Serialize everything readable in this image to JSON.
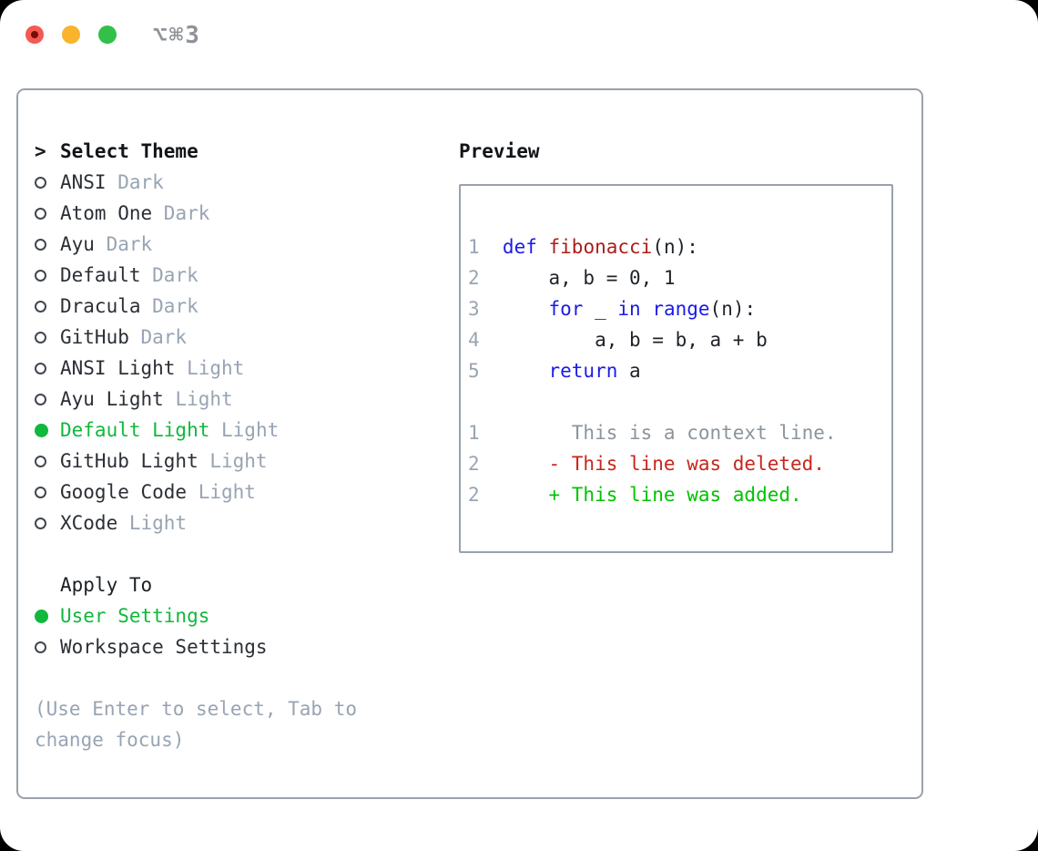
{
  "colors": {
    "accent_green": "#10b83c",
    "added_green": "#00c300",
    "deleted_red": "#c7261b",
    "keyword_blue": "#1b1be8",
    "function_red": "#aa1e19",
    "muted_gray": "#98a4b3",
    "border_gray": "#9aa1ac",
    "titlebar_gray": "#8f9399"
  },
  "window": {
    "title": "⌥⌘3",
    "traffic_lights": [
      {
        "name": "close-button",
        "color": "#f25a52",
        "has_dot": true
      },
      {
        "name": "minimize-button",
        "color": "#f7b42c",
        "has_dot": false
      },
      {
        "name": "zoom-button",
        "color": "#33c048",
        "has_dot": false
      }
    ]
  },
  "theme_list": {
    "prompt": ">",
    "header": "Select Theme",
    "items": [
      {
        "label": "ANSI",
        "variant": "Dark",
        "selected": false
      },
      {
        "label": "Atom One",
        "variant": "Dark",
        "selected": false
      },
      {
        "label": "Ayu",
        "variant": "Dark",
        "selected": false
      },
      {
        "label": "Default",
        "variant": "Dark",
        "selected": false
      },
      {
        "label": "Dracula",
        "variant": "Dark",
        "selected": false
      },
      {
        "label": "GitHub",
        "variant": "Dark",
        "selected": false
      },
      {
        "label": "ANSI Light",
        "variant": "Light",
        "selected": false
      },
      {
        "label": "Ayu Light",
        "variant": "Light",
        "selected": false
      },
      {
        "label": "Default Light",
        "variant": "Light",
        "selected": true
      },
      {
        "label": "GitHub Light",
        "variant": "Light",
        "selected": false
      },
      {
        "label": "Google Code",
        "variant": "Light",
        "selected": false
      },
      {
        "label": "XCode",
        "variant": "Light",
        "selected": false
      }
    ]
  },
  "apply_to": {
    "header": "Apply To",
    "options": [
      {
        "label": "User Settings",
        "selected": true
      },
      {
        "label": "Workspace Settings",
        "selected": false
      }
    ]
  },
  "hint": "(Use Enter to select, Tab to change focus)",
  "preview": {
    "title": "Preview",
    "code_lines": [
      {
        "num": "1",
        "segments": [
          {
            "t": "def",
            "c": "keyword"
          },
          {
            "t": " ",
            "c": "plain"
          },
          {
            "t": "fibonacci",
            "c": "function"
          },
          {
            "t": "(n):",
            "c": "plain"
          }
        ]
      },
      {
        "num": "2",
        "segments": [
          {
            "t": "    a, b = 0, 1",
            "c": "plain"
          }
        ]
      },
      {
        "num": "3",
        "segments": [
          {
            "t": "    ",
            "c": "plain"
          },
          {
            "t": "for",
            "c": "keyword"
          },
          {
            "t": " _ ",
            "c": "plain"
          },
          {
            "t": "in",
            "c": "keyword"
          },
          {
            "t": " ",
            "c": "plain"
          },
          {
            "t": "range",
            "c": "keyword"
          },
          {
            "t": "(n):",
            "c": "plain"
          }
        ]
      },
      {
        "num": "4",
        "segments": [
          {
            "t": "        a, b = b, a + b",
            "c": "plain"
          }
        ]
      },
      {
        "num": "5",
        "segments": [
          {
            "t": "    ",
            "c": "plain"
          },
          {
            "t": "return",
            "c": "keyword"
          },
          {
            "t": " a",
            "c": "plain"
          }
        ]
      }
    ],
    "diff_lines": [
      {
        "num": "1",
        "segments": [
          {
            "t": "      This is a context line.",
            "c": "context"
          }
        ]
      },
      {
        "num": "2",
        "segments": [
          {
            "t": "    - This line was deleted.",
            "c": "deleted"
          }
        ]
      },
      {
        "num": "2",
        "segments": [
          {
            "t": "    + This line was added.",
            "c": "added"
          }
        ]
      }
    ]
  }
}
